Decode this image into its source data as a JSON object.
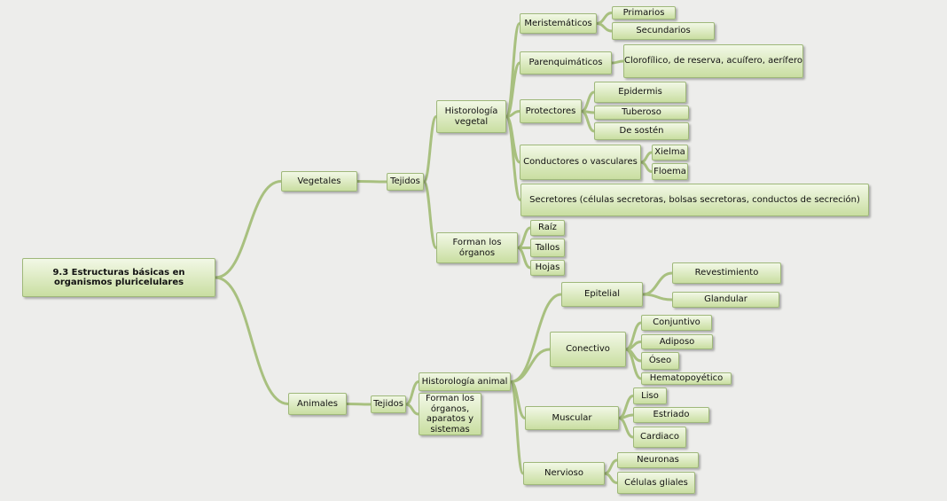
{
  "colors": {
    "line": "#a8c07f",
    "box_top": "#f2f8e6",
    "box_bottom": "#c9dea1",
    "border": "#9fb87a"
  },
  "root": "9.3 Estructuras básicas en organismos pluricelulares",
  "vegetales": {
    "label": "Vegetales",
    "tejidos": "Tejidos",
    "historologia": "Historología vegetal",
    "meristematicos": "Meristemáticos",
    "primarios": "Primarios",
    "secundarios": "Secundarios",
    "parenquimaticos": "Parenquimáticos",
    "parenq_detail": "Clorofílico, de reserva, acuífero, aerífero",
    "protectores": "Protectores",
    "epidermis": "Epidermis",
    "tuberoso": "Tuberoso",
    "de_sosten": "De sostén",
    "conductores": "Conductores o vasculares",
    "xielma": "Xielma",
    "floema": "Floema",
    "secretores": "Secretores (células secretoras, bolsas secretoras, conductos de secreción)",
    "forman": "Forman los órganos",
    "raiz": "Raíz",
    "tallos": "Tallos",
    "hojas": "Hojas"
  },
  "animales": {
    "label": "Animales",
    "tejidos": "Tejidos",
    "historologia": "Historología animal",
    "forman": "Forman los órganos, aparatos y sistemas",
    "epitelial": "Epitelial",
    "revestimiento": "Revestimiento",
    "glandular": "Glandular",
    "conectivo": "Conectivo",
    "conjuntivo": "Conjuntivo",
    "adiposo": "Adiposo",
    "oseo": "Óseo",
    "hematopoyetico": "Hematopoyético",
    "muscular": "Muscular",
    "liso": "Liso",
    "estriado": "Estriado",
    "cardiaco": "Cardiaco",
    "nervioso": "Nervioso",
    "neuronas": "Neuronas",
    "celulas_gliales": "Células gliales"
  }
}
